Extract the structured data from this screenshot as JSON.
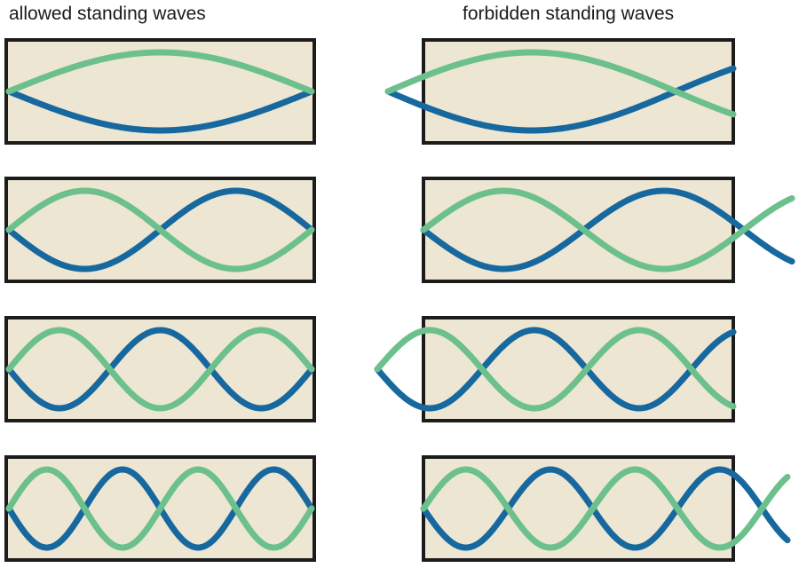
{
  "columns": {
    "allowed": {
      "title": "allowed standing waves"
    },
    "forbidden": {
      "title": "forbidden standing waves"
    }
  },
  "colors": {
    "box_fill": "#ede6d3",
    "box_border": "#1c1c1c",
    "wave_green": "#6cc08c",
    "wave_blue": "#17689e"
  },
  "panels": [
    {
      "column": "allowed",
      "half_wavelengths": 1
    },
    {
      "column": "allowed",
      "half_wavelengths": 2
    },
    {
      "column": "allowed",
      "half_wavelengths": 3
    },
    {
      "column": "allowed",
      "half_wavelengths": 4
    },
    {
      "column": "forbidden",
      "half_wavelengths": 1.2
    },
    {
      "column": "forbidden",
      "half_wavelengths": 2.3
    },
    {
      "column": "forbidden",
      "half_wavelengths": 3.4
    },
    {
      "column": "forbidden",
      "half_wavelengths": 4.3
    }
  ]
}
